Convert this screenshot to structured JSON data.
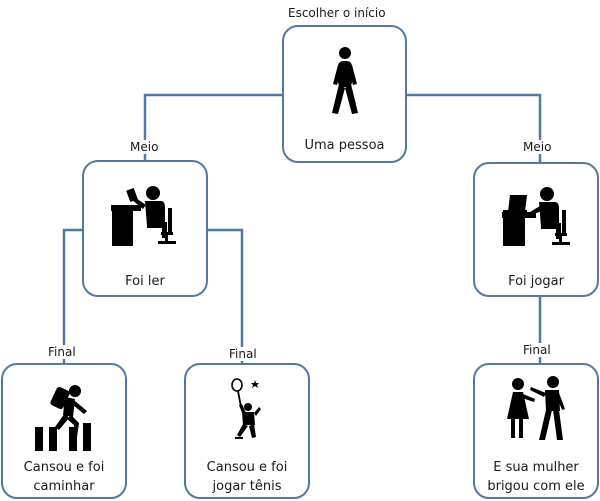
{
  "root": {
    "heading": "Escolher o início",
    "caption": "Uma pessoa",
    "icon": "walking-person-icon"
  },
  "left_middle": {
    "heading": "Meio",
    "caption": "Foi ler",
    "icon": "reading-at-desk-icon"
  },
  "right_middle": {
    "heading": "Meio",
    "caption": "Foi jogar",
    "icon": "computer-at-desk-icon"
  },
  "leaf_walk": {
    "heading": "Final",
    "caption": [
      "Cansou e foi",
      "caminhar"
    ],
    "icon": "hiker-climbing-icon"
  },
  "leaf_tennis": {
    "heading": "Final",
    "caption": [
      "Cansou e foi",
      "jogar tênis"
    ],
    "icon": "badminton-player-icon"
  },
  "leaf_fight": {
    "heading": "Final",
    "caption": [
      "E sua mulher",
      "brigou com ele"
    ],
    "icon": "couple-arguing-icon"
  },
  "colors": {
    "border": "#5478a6",
    "line": "#5478a6",
    "icon": "#000000",
    "text": "#1a1a1a"
  }
}
